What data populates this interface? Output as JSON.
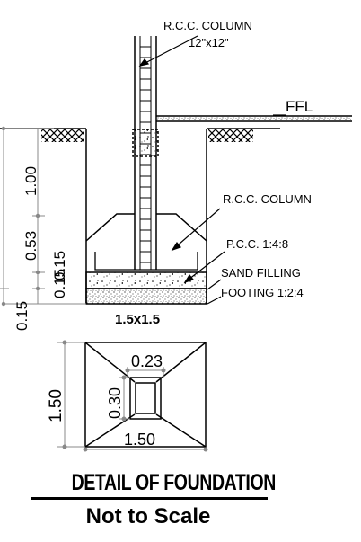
{
  "labels": {
    "column_top": "R.C.C. COLUMN",
    "column_size": "12\"x12\"",
    "ffl": "FFL",
    "column_mid": "R.C.C. COLUMN",
    "pcc": "P.C.C. 1:4:8",
    "sand": "SAND FILLING",
    "footing": "FOOTING 1:2:4",
    "footing_size": "1.5x1.5"
  },
  "section_dims": [
    "1.00",
    "0.53",
    "0.15",
    "0.15",
    "0.15"
  ],
  "plan_dims": {
    "height": "1.50",
    "inner_width": "0.23",
    "inner_height": "0.30",
    "width": "1.50"
  },
  "title": {
    "main": "DETAIL OF FOUNDATION",
    "sub": "Not to Scale"
  }
}
